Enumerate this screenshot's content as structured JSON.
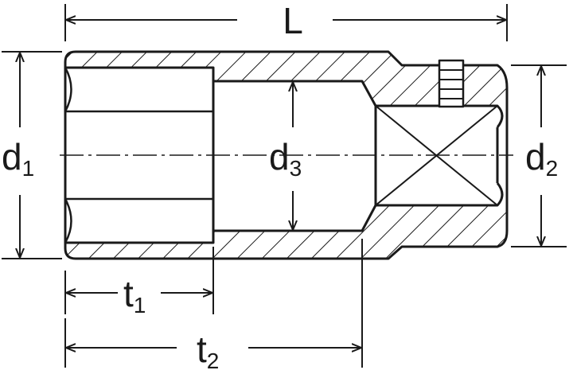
{
  "labels": {
    "length": "L",
    "d1": {
      "main": "d",
      "sub": "1"
    },
    "d2": {
      "main": "d",
      "sub": "2"
    },
    "d3": {
      "main": "d",
      "sub": "3"
    },
    "t1": {
      "main": "t",
      "sub": "1"
    },
    "t2": {
      "main": "t",
      "sub": "2"
    }
  },
  "colors": {
    "line": "#1a1a1a",
    "background": "#ffffff"
  }
}
